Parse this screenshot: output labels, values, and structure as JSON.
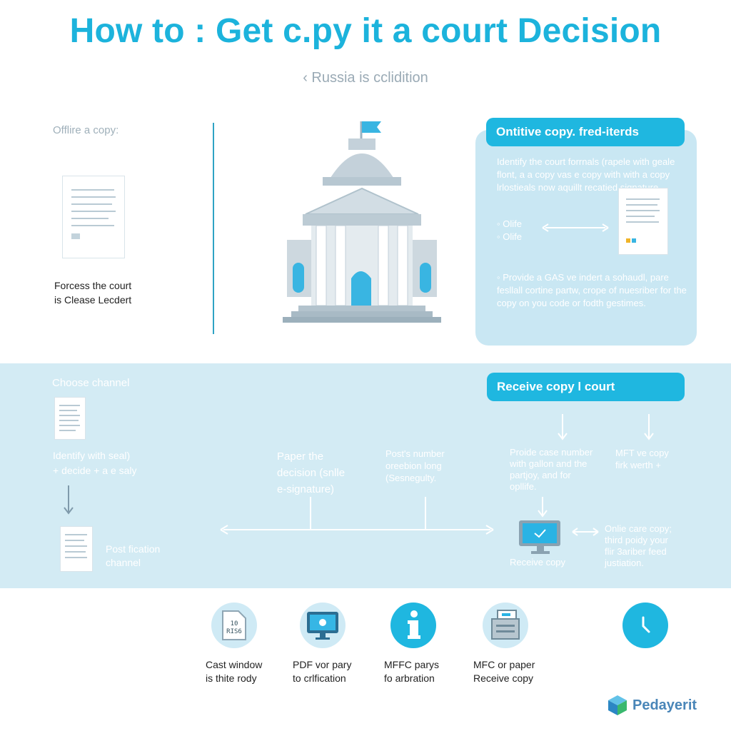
{
  "header": {
    "title": "How to : Get c.py it a court Decision",
    "subtitle": "‹ Russia is cclidition"
  },
  "left_column": {
    "heading": "Offlire a copy:",
    "caption_line1": "Forcess the court",
    "caption_line2": "is Clease Lecdert"
  },
  "right_panel": {
    "header": "Ontitive copy. fred-iterds",
    "paragraph1": "Identify the court forrnals (rapele with geale flont, a a copy vas e copy with with a copy lrlostieals now aquillt recatied signature.",
    "bullet1": "◦ Olife",
    "bullet2": "◦ Olife",
    "paragraph2": "◦ Provide a GAS ve indert a sohaudl, pare fesllall cortine partw, crope of nuesriber for the copy on you code or fodth gestimes."
  },
  "band": {
    "choose_channel": "Choose channel",
    "identify_line1": "Identify with seal)",
    "identify_line2": "+ decide + a e saly",
    "post_line1": "Post fication",
    "post_line2": "channel",
    "paper_line1": "Paper the",
    "paper_line2": "decision (snlle",
    "paper_line3": "e-signature)",
    "posts_line1": "Post's number",
    "posts_line2": "oreebion long",
    "posts_line3": "(Sesnegulty.",
    "receive_header": "Receive copy l court",
    "provide_line1": "Proide case number",
    "provide_line2": "with gallon and the",
    "provide_line3": "partjoy, and for",
    "provide_line4": "opllife.",
    "mft_line1": "MFT ve copy",
    "mft_line2": "firk werth +",
    "receive_copy": "Receive copy",
    "online_line1": "Onlie care copy;",
    "online_line2": "third poidy your",
    "online_line3": "flir 3ariber feed",
    "online_line4": "justiation."
  },
  "bottom_row": [
    {
      "icon": "document-icon",
      "icon_text_1": "10",
      "icon_text_2": "RIS6",
      "line1": "Cast window",
      "line2": "is thite rody"
    },
    {
      "icon": "monitor-icon",
      "line1": "PDF vor pary",
      "line2": "to crlfication"
    },
    {
      "icon": "info-icon",
      "line1": "MFFC parys",
      "line2": "fo arbration"
    },
    {
      "icon": "printer-icon",
      "line1": "MFC or paper",
      "line2": "Receive copy"
    },
    {
      "icon": "clock-icon"
    }
  ],
  "logo": {
    "text": "Pedayerit",
    "icon": "cube-logo-icon"
  },
  "colors": {
    "accent": "#1cb3dc",
    "pill": "#1fb7e0",
    "panel": "#c9e7f3",
    "band": "#d3ebf4"
  }
}
